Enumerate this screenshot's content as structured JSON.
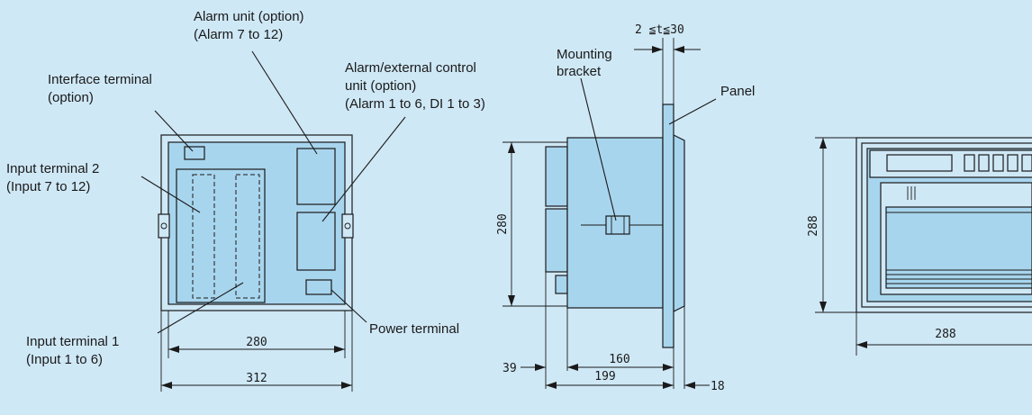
{
  "labels": {
    "alarm_unit": [
      "Alarm unit (option)",
      "(Alarm 7 to 12)"
    ],
    "alarm_ext": [
      "Alarm/external control",
      "unit (option)",
      "(Alarm 1 to 6, DI 1 to 3)"
    ],
    "interface": [
      "Interface terminal",
      "(option)"
    ],
    "input2": [
      "Input terminal 2",
      "(Input 7 to 12)"
    ],
    "input1": [
      "Input terminal 1",
      "(Input 1 to 6)"
    ],
    "power": "Power terminal",
    "mounting": [
      "Mounting",
      "bracket"
    ],
    "panel": "Panel",
    "thickness": "2 ≦t≦30"
  },
  "dimensions": {
    "rear_inner_width": "280",
    "rear_outer_width": "312",
    "side_height": "280",
    "side_depth_front": "160",
    "side_depth_total": "199",
    "side_rear_offset": "39",
    "side_front_offset": "18",
    "front_height": "288",
    "front_width": "288"
  }
}
